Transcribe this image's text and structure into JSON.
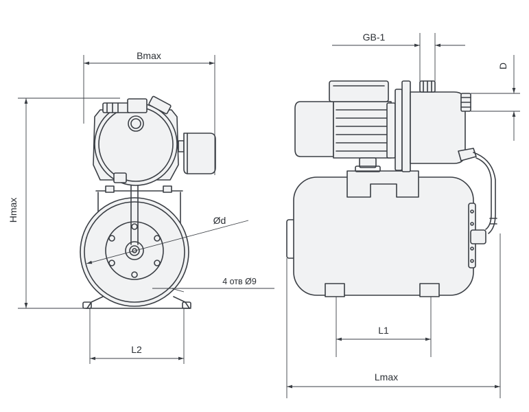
{
  "dimension_labels": {
    "bmax": "Bmax",
    "hmax": "Hmax",
    "od": "Ød",
    "holes": "4 отв Ø9",
    "l2": "L2",
    "gb1": "GB-1",
    "d": "D",
    "l1": "L1",
    "lmax": "Lmax"
  },
  "colors": {
    "line": "#3a3e44",
    "fill": "#f1f2f3",
    "background": "#ffffff"
  }
}
